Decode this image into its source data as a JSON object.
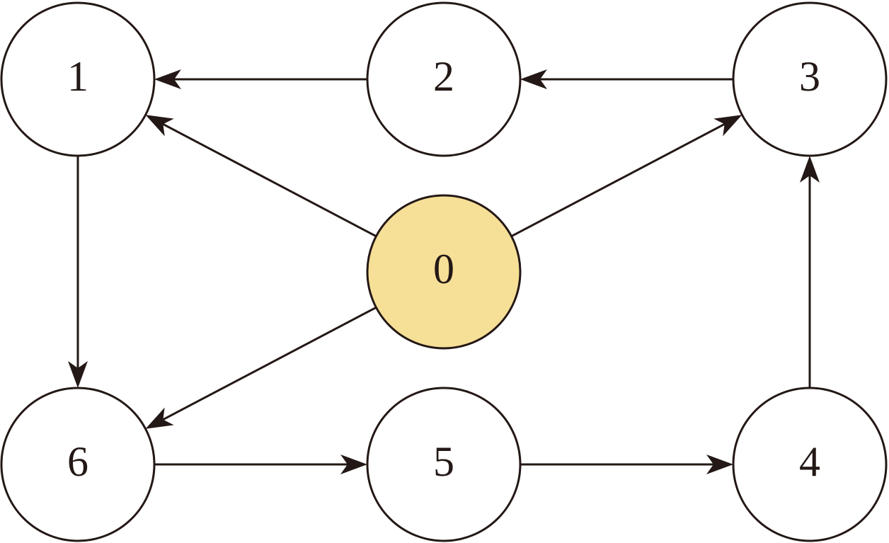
{
  "colors": {
    "stroke": "#231815",
    "default_node_fill": "#ffffff",
    "highlight_node_fill": "#f6df97"
  },
  "graph": {
    "directed": true,
    "highlighted_node": "0",
    "nodes": [
      {
        "id": "0",
        "label": "0",
        "highlighted": true
      },
      {
        "id": "1",
        "label": "1",
        "highlighted": false
      },
      {
        "id": "2",
        "label": "2",
        "highlighted": false
      },
      {
        "id": "3",
        "label": "3",
        "highlighted": false
      },
      {
        "id": "4",
        "label": "4",
        "highlighted": false
      },
      {
        "id": "5",
        "label": "5",
        "highlighted": false
      },
      {
        "id": "6",
        "label": "6",
        "highlighted": false
      }
    ],
    "edges": [
      {
        "from": "2",
        "to": "1"
      },
      {
        "from": "3",
        "to": "2"
      },
      {
        "from": "0",
        "to": "1"
      },
      {
        "from": "0",
        "to": "3"
      },
      {
        "from": "0",
        "to": "6"
      },
      {
        "from": "1",
        "to": "6"
      },
      {
        "from": "6",
        "to": "5"
      },
      {
        "from": "5",
        "to": "4"
      },
      {
        "from": "4",
        "to": "3"
      }
    ]
  }
}
